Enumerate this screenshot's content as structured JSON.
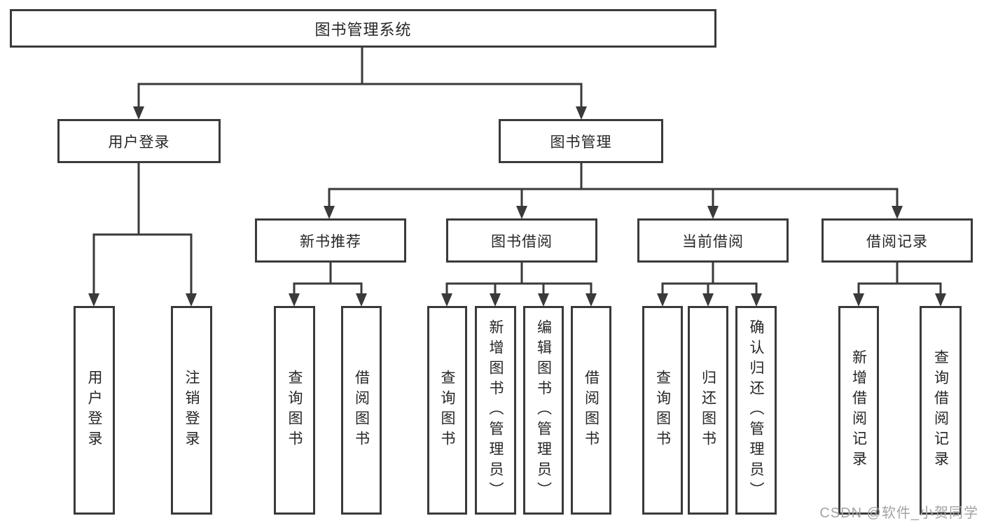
{
  "diagram": {
    "root": {
      "label": "图书管理系统"
    },
    "branches": [
      {
        "label": "用户登录",
        "children": [
          {
            "label": "用户登录"
          },
          {
            "label": "注销登录"
          }
        ]
      },
      {
        "label": "图书管理",
        "children": [
          {
            "label": "新书推荐",
            "children": [
              {
                "label": "查询图书"
              },
              {
                "label": "借阅图书"
              }
            ]
          },
          {
            "label": "图书借阅",
            "children": [
              {
                "label": "查询图书"
              },
              {
                "label": "新增图书（管理员）"
              },
              {
                "label": "编辑图书（管理员）"
              },
              {
                "label": "借阅图书"
              }
            ]
          },
          {
            "label": "当前借阅",
            "children": [
              {
                "label": "查询图书"
              },
              {
                "label": "归还图书"
              },
              {
                "label": "确认归还（管理员）"
              }
            ]
          },
          {
            "label": "借阅记录",
            "children": [
              {
                "label": "新增借阅记录"
              },
              {
                "label": "查询借阅记录"
              }
            ]
          }
        ]
      }
    ]
  },
  "watermark": {
    "text": "CSDN @软件_小贺同学"
  },
  "colors": {
    "line": "#3a3a3a",
    "box_border": "#3a3a3a",
    "box_background": "#ffffff",
    "text": "#262626",
    "watermark": "#a3a3a3",
    "page_background": "#ffffff"
  }
}
